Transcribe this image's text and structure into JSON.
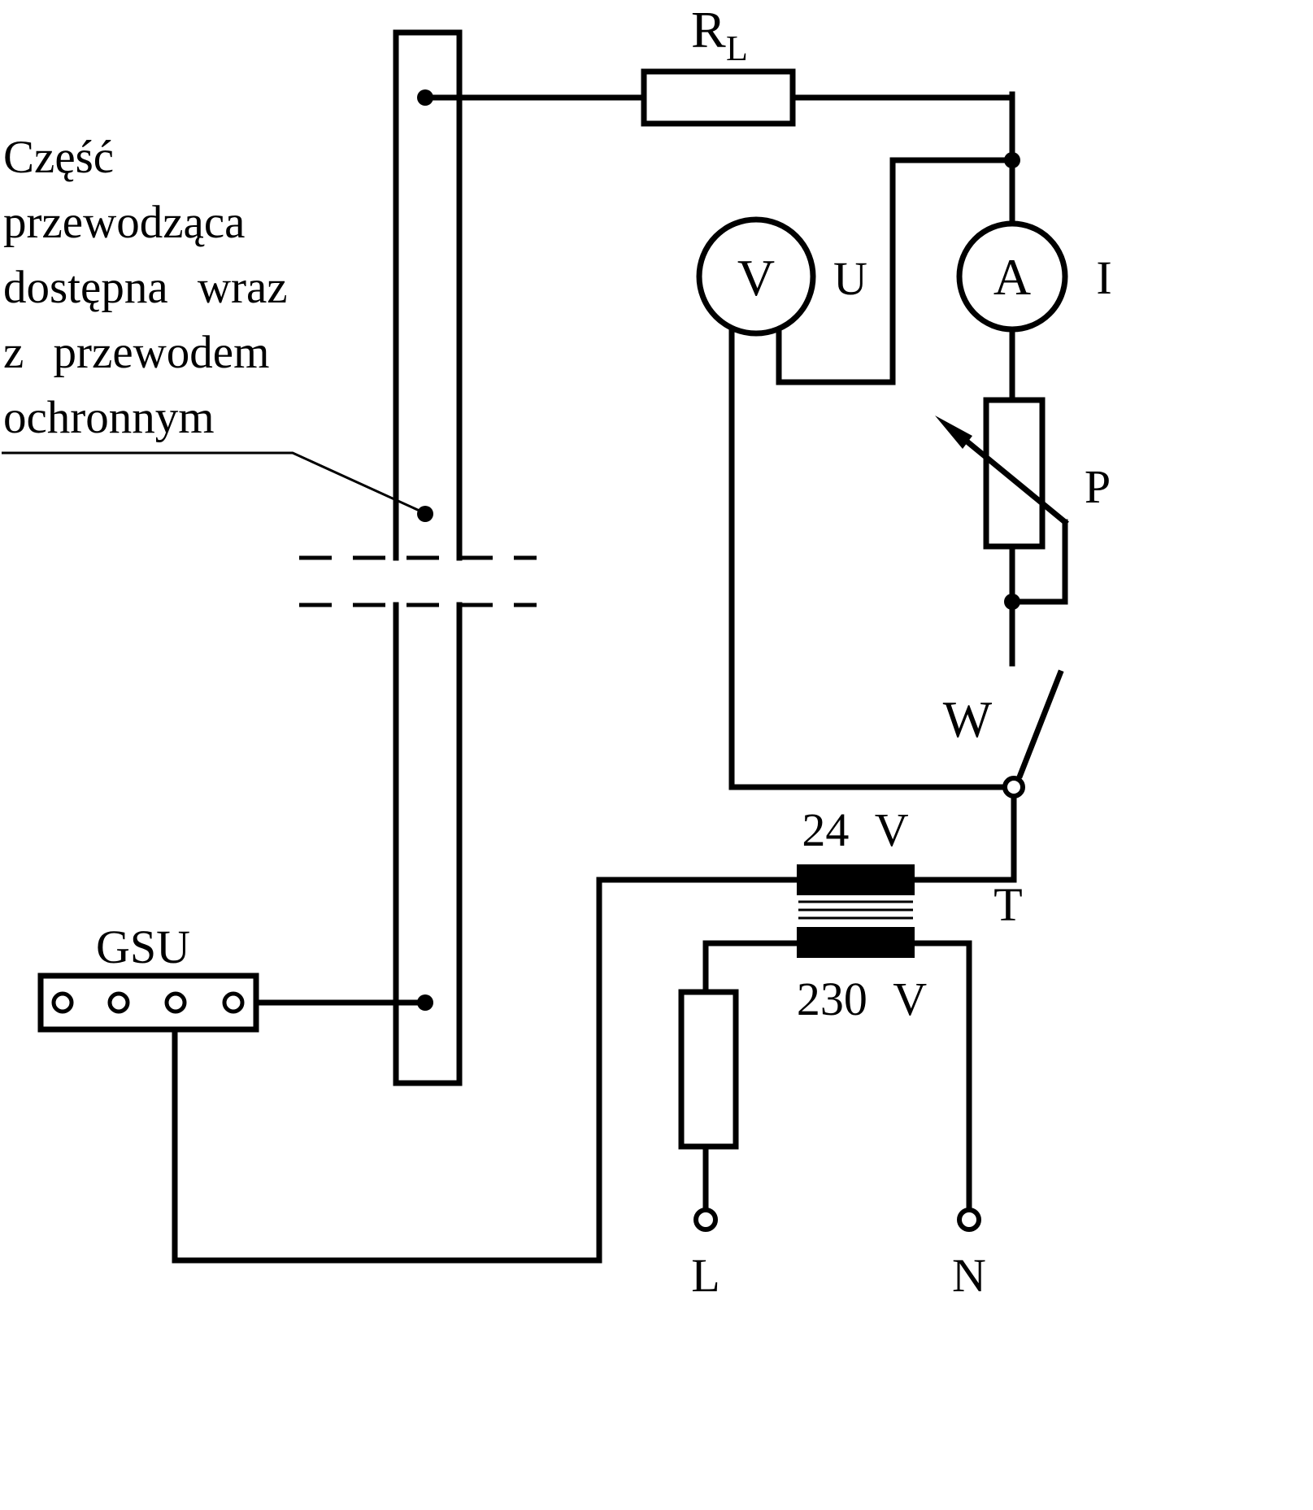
{
  "annotation": {
    "line1": "Część",
    "line2": "przewodząca",
    "line3": "dostępna wraz",
    "line4": "z przewodem",
    "line5": "ochronnym"
  },
  "labels": {
    "load_resistor": "R",
    "load_resistor_sub": "L",
    "voltmeter": "V",
    "voltage": "U",
    "ammeter": "A",
    "current": "I",
    "rheostat": "P",
    "switch": "W",
    "secondary_voltage": "24 V",
    "transformer": "T",
    "primary_voltage": "230 V",
    "busbar": "GSU",
    "line_terminal": "L",
    "neutral_terminal": "N"
  },
  "colors": {
    "line": "#000000",
    "background": "#ffffff"
  }
}
